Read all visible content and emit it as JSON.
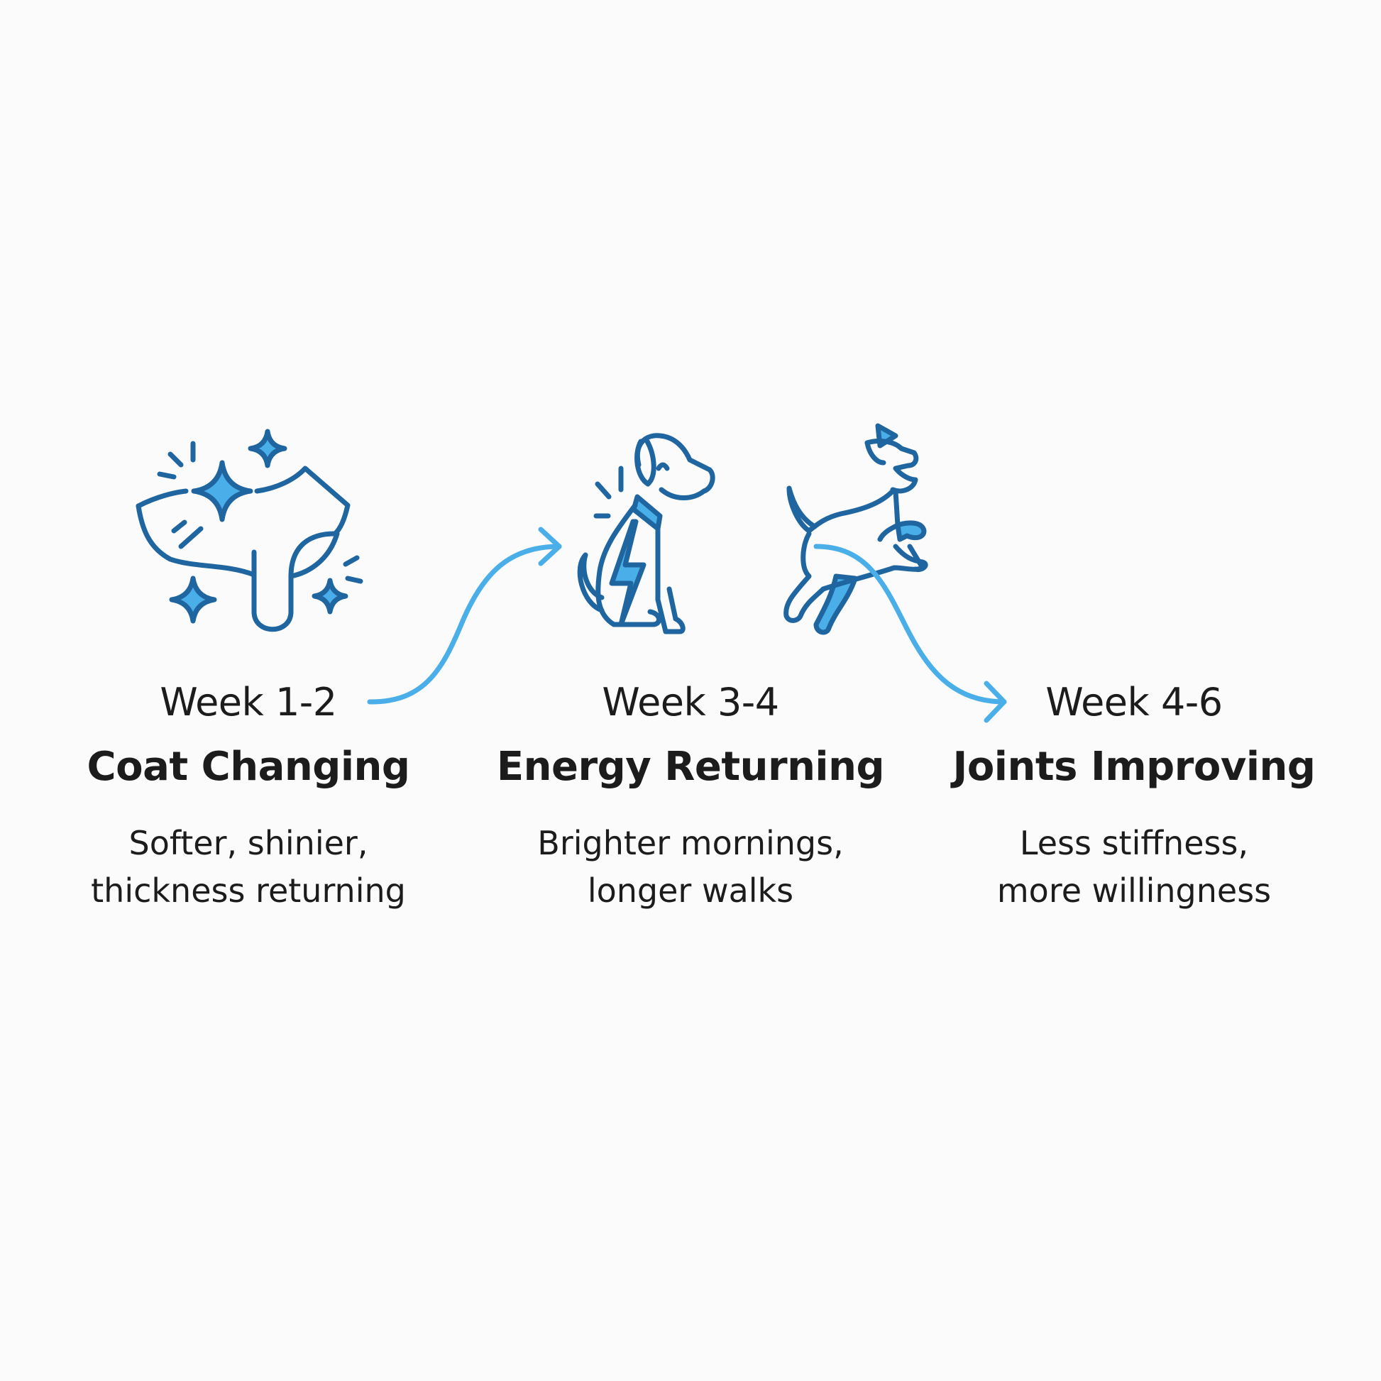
{
  "colors": {
    "outline": "#1f66a1",
    "accent": "#4aaee8",
    "text": "#1c1c1c",
    "background": "#fbfbfb"
  },
  "stages": [
    {
      "week": "Week 1-2",
      "title": "Coat Changing",
      "desc": [
        "Softer, shinier,",
        "thickness returning"
      ],
      "icon": "sparkling-coat-icon"
    },
    {
      "week": "Week 3-4",
      "title": "Energy Returning",
      "desc": [
        "Brighter mornings,",
        "longer walks"
      ],
      "icon": "energized-dog-icon"
    },
    {
      "week": "Week 4-6",
      "title": "Joints Improving",
      "desc": [
        "Less stiffness,",
        "more willingness"
      ],
      "icon": "jumping-dog-icon"
    }
  ]
}
